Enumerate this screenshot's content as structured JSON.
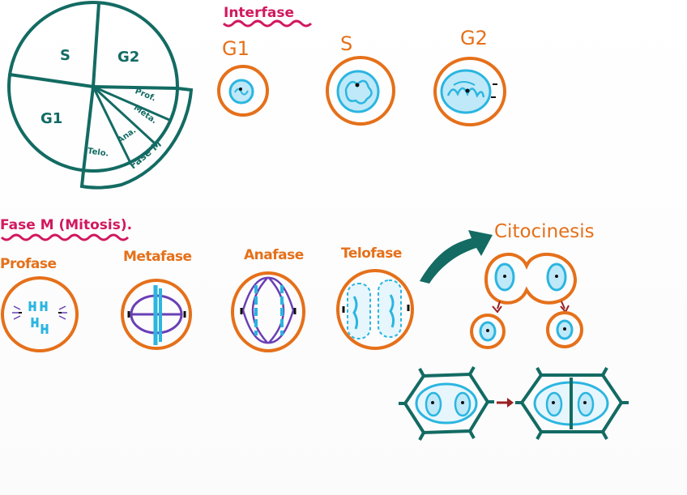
{
  "colors": {
    "teal": "#136b63",
    "orange": "#e5701a",
    "cyan": "#2bb5e0",
    "purple": "#6a3fb5",
    "pink": "#d1185f",
    "maroon": "#9a2020"
  },
  "cycle": {
    "s": "S",
    "g2": "G2",
    "g1": "G1",
    "prof": "Prof.",
    "meta": "Meta.",
    "ana": "Ana.",
    "telo": "Telo.",
    "fase_m": "Fase M"
  },
  "interfase": {
    "title": "Interfase",
    "g1": "G1",
    "s": "S",
    "g2": "G2"
  },
  "mitosis": {
    "title": "Fase M (Mitosis).",
    "profase": "Profase",
    "metafase": "Metafase",
    "anafase": "Anafase",
    "telofase": "Telofase"
  },
  "citocinesis": {
    "title": "Citocinesis"
  }
}
